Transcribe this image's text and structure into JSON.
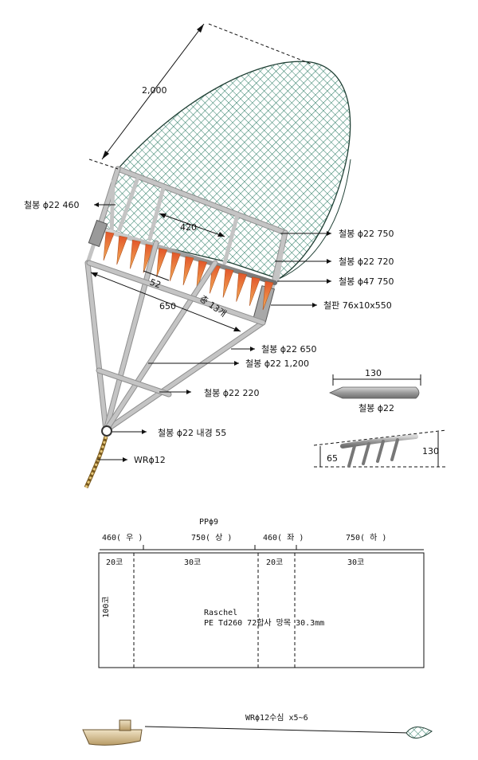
{
  "colors": {
    "net_fill": "#5f9a8c",
    "net_line": "#1f5c4b",
    "frame": "#c4c4c4",
    "teeth": "#e0632a",
    "rope": "#c9a24a",
    "boat": "#d6c29a"
  },
  "dims": {
    "net_length": "2,000",
    "inner_width": "420",
    "tooth_pitch": "52",
    "mouth_width": "650",
    "teeth_count": "총 13개",
    "tooth_length": "130",
    "tooth_height": "65",
    "tooth_span": "130"
  },
  "callouts": {
    "bar_460": "철봉 ϕ22   460",
    "bar_750": "철봉 ϕ22  750",
    "bar_720": "철봉 ϕ22   720",
    "bar_47_750": "철봉 ϕ47   750",
    "plate": "철판 76x10x550",
    "bar_650": "철봉 ϕ22  650",
    "bar_1200": "철봉 ϕ22  1,200",
    "bar_220": "철봉 ϕ22  220",
    "ring": "철봉 ϕ22 내경 55",
    "wire": "WRϕ12",
    "tooth_bar": "철봉 ϕ22"
  },
  "net_plan": {
    "rope": "PPϕ9",
    "top_labels": [
      "460( 우 )",
      "750( 상 )",
      "460( 좌 )",
      "750( 하 )"
    ],
    "mesh_counts": [
      "20코",
      "30코",
      "20코",
      "30코"
    ],
    "side_count": "100코",
    "material_line1": "Raschel",
    "material_line2": "PE Td260 72합사  망목 30.3mm"
  },
  "towing": {
    "line_label": "WRϕ12수심 x5~6"
  }
}
